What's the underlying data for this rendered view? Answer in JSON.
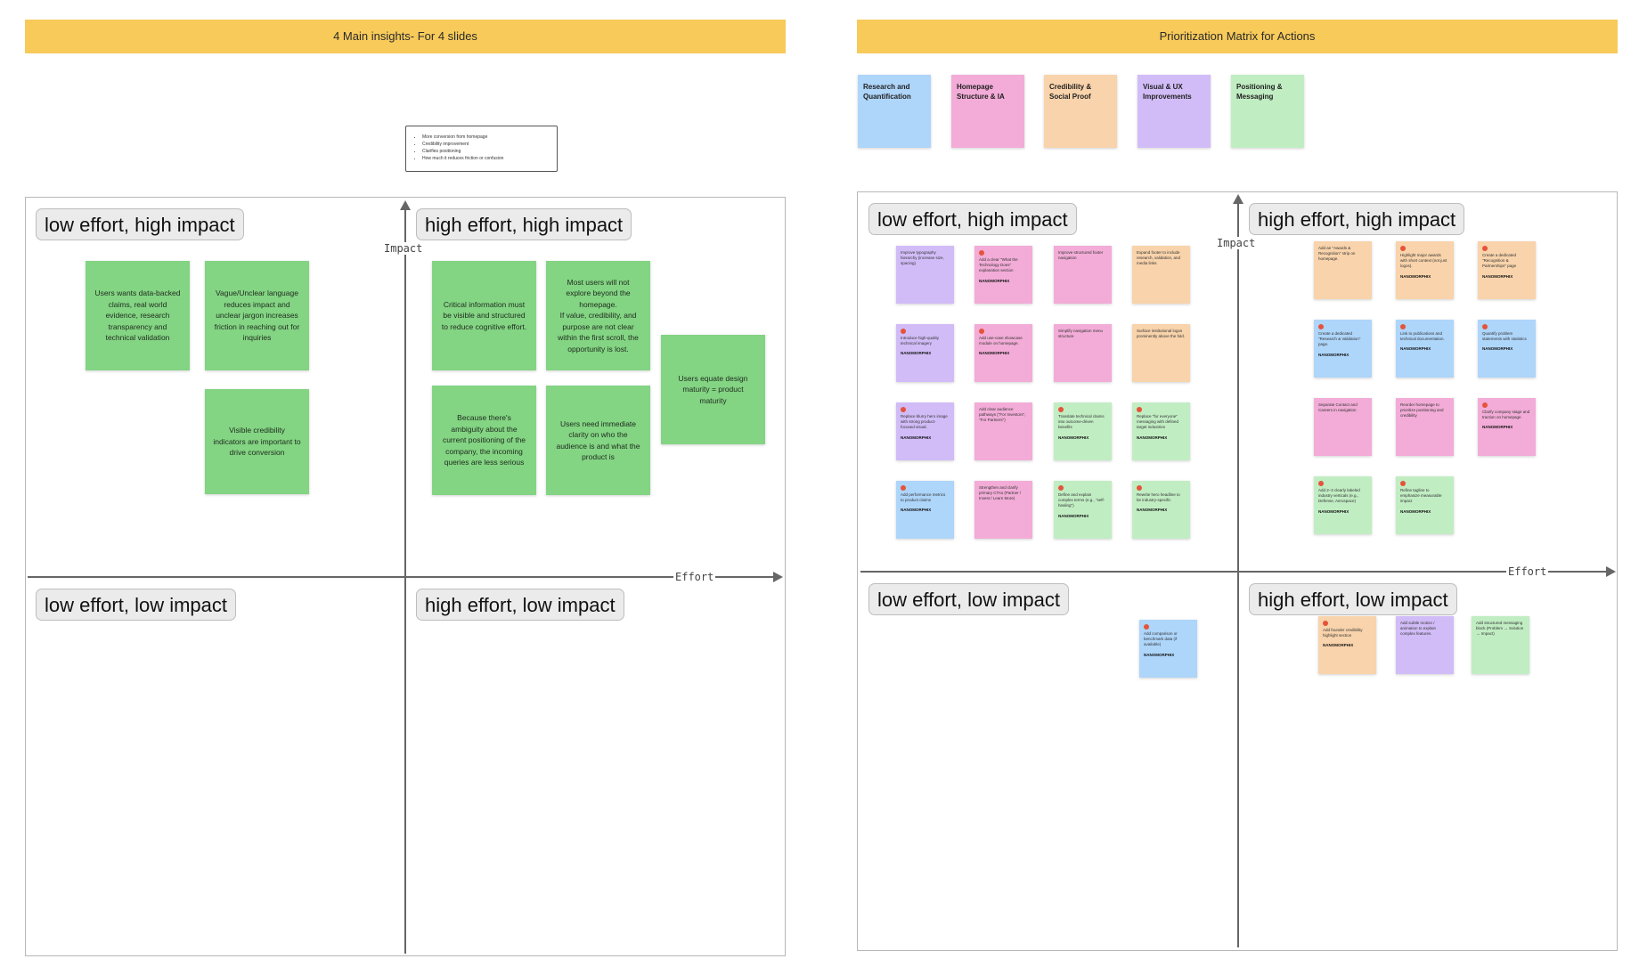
{
  "left_board": {
    "banner": "4 Main insights- For 4 slides",
    "criteria": [
      "More conversion from homepage",
      "Credibility improvement",
      "Clarifies positioning",
      "How much it reduces friction or confusion"
    ],
    "quadrants": {
      "top_left": "low effort, high impact",
      "top_right": "high effort, high impact",
      "bottom_left": "low effort, low impact",
      "bottom_right": "high effort, low impact"
    },
    "axis_y": "Impact",
    "axis_x": "Effort",
    "notes": [
      "Users wants data-backed claims, real world evidence, research transparency and technical validation",
      "Vague/Unclear language reduces impact and unclear jargon increases friction in reaching out for inquiries",
      "Visible credibility indicators are important to drive conversion",
      "Critical information must be visible and structured to reduce cognitive effort.",
      "Most users will not explore beyond the homepage.\nIf value, credibility, and purpose are not clear within the first scroll, the opportunity is lost.",
      "Because there's ambiguity about the current positioning of the company, the incoming queries are less serious",
      "Users need immediate clarity on who the audience is and what the product is",
      "Users equate design maturity = product maturity"
    ]
  },
  "right_board": {
    "banner": "Prioritization Matrix for Actions",
    "categories": [
      {
        "label": "Research and Quantification",
        "color": "#aed5fa"
      },
      {
        "label": "Homepage Structure & IA",
        "color": "#f2acd7"
      },
      {
        "label": "Credibility & Social Proof",
        "color": "#f8d3ab"
      },
      {
        "label": "Visual & UX Improvements",
        "color": "#d1bcf7"
      },
      {
        "label": "Positioning & Messaging",
        "color": "#c1edc3"
      }
    ],
    "quadrants": {
      "top_left": "low effort, high impact",
      "top_right": "high effort, high impact",
      "bottom_left": "low effort, low impact",
      "bottom_right": "high effort, low impact"
    },
    "axis_y": "Impact",
    "axis_x": "Effort",
    "tag": "NANOMORPHIX",
    "notes": [
      {
        "text": "Improve typography hierarchy (increase size, spacing)",
        "color": "purple",
        "tag": false,
        "dot": false
      },
      {
        "text": "Add a clear \"What the Technology Does\" explanation section",
        "color": "pink",
        "tag": true,
        "dot": true
      },
      {
        "text": "Improve structured footer navigation",
        "color": "pink",
        "tag": false,
        "dot": false
      },
      {
        "text": "Expand footer to include research, validation, and media links",
        "color": "orange",
        "tag": false,
        "dot": false
      },
      {
        "text": "Introduce high-quality technical imagery",
        "color": "purple",
        "tag": true,
        "dot": true
      },
      {
        "text": "Add use-case showcase module on homepage.",
        "color": "pink",
        "tag": true,
        "dot": true
      },
      {
        "text": "Simplify navigation menu structure",
        "color": "pink",
        "tag": false,
        "dot": false
      },
      {
        "text": "Surface institutional logos prominently above the fold.",
        "color": "orange",
        "tag": false,
        "dot": false
      },
      {
        "text": "Replace blurry hero image with strong product-focused visual.",
        "color": "purple",
        "tag": true,
        "dot": true
      },
      {
        "text": "Add clear audience pathways (\"For Investors\", \"For Partners\")",
        "color": "pink",
        "tag": false,
        "dot": false
      },
      {
        "text": "Translate technical claims into outcome-driven benefits",
        "color": "green",
        "tag": true,
        "dot": true
      },
      {
        "text": "Replace \"for everyone\" messaging with defined target industries",
        "color": "green",
        "tag": true,
        "dot": true
      },
      {
        "text": "Add performance metrics to product claims",
        "color": "blue",
        "tag": true,
        "dot": true
      },
      {
        "text": "Strengthen and clarify primary CTAs (Partner / Invest / Learn More)",
        "color": "pink",
        "tag": false,
        "dot": false
      },
      {
        "text": "Define and explain complex terms (e.g., \"self-healing\")",
        "color": "green",
        "tag": true,
        "dot": true
      },
      {
        "text": "Rewrite hero headline to be industry-specific",
        "color": "green",
        "tag": true,
        "dot": true
      },
      {
        "text": "Add an \"Awards & Recognition\" strip on homepage.",
        "color": "orange",
        "tag": false,
        "dot": false
      },
      {
        "text": "Highlight major awards with short context (not just logos).",
        "color": "orange",
        "tag": true,
        "dot": true
      },
      {
        "text": "Create a dedicated \"Recognition & Partnerships\" page",
        "color": "orange",
        "tag": true,
        "dot": true
      },
      {
        "text": "Create a dedicated \"Research & Validation\" page.",
        "color": "blue",
        "tag": true,
        "dot": true
      },
      {
        "text": "Link to publications and technical documentation.",
        "color": "blue",
        "tag": true,
        "dot": true
      },
      {
        "text": "Quantify problem statements with statistics",
        "color": "blue",
        "tag": true,
        "dot": true
      },
      {
        "text": "Separate Contact and Careers in navigation",
        "color": "pink",
        "tag": false,
        "dot": false
      },
      {
        "text": "Reorder homepage to prioritize positioning and credibility",
        "color": "pink",
        "tag": false,
        "dot": false
      },
      {
        "text": "Clarify company stage and traction on homepage",
        "color": "pink",
        "tag": true,
        "dot": true
      },
      {
        "text": "Add 2–3 clearly labeled industry verticals (e.g., Defense, Aerospace)",
        "color": "green",
        "tag": true,
        "dot": true
      },
      {
        "text": "Refine tagline to emphasize measurable impact",
        "color": "green",
        "tag": true,
        "dot": true
      },
      {
        "text": "Add comparison or benchmark data (if available)",
        "color": "blue",
        "tag": true,
        "dot": true
      },
      {
        "text": "Add founder credibility highlight section",
        "color": "orange",
        "tag": true,
        "dot": true
      },
      {
        "text": "Add subtle motion / animation to explain complex features.",
        "color": "purple",
        "tag": false,
        "dot": false
      },
      {
        "text": "Add structured messaging block (Problem → Solution → Impact)",
        "color": "green",
        "tag": false,
        "dot": false
      }
    ]
  }
}
